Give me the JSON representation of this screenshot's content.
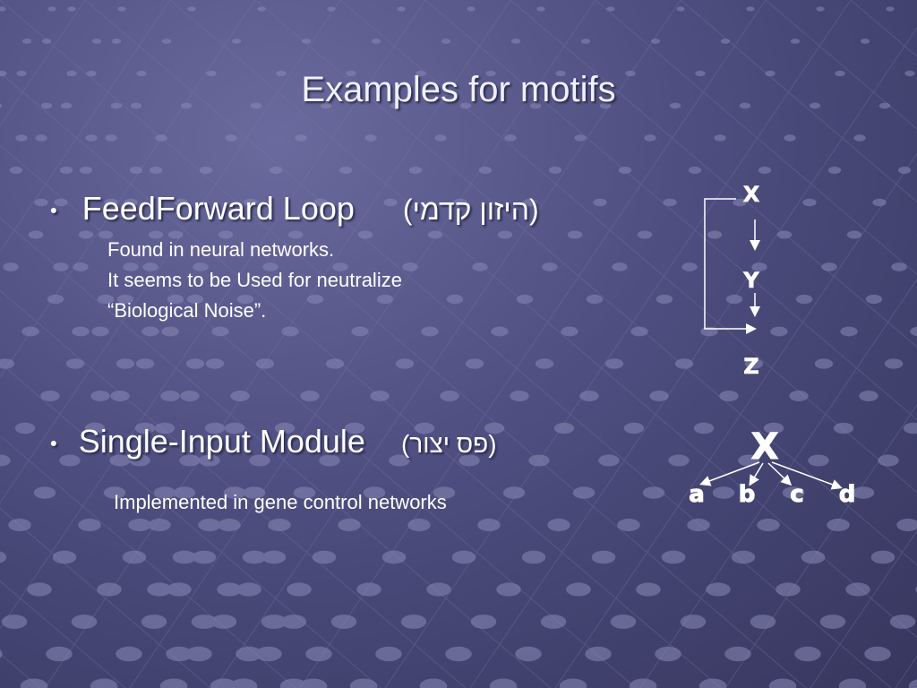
{
  "slide": {
    "title": "Examples for motifs",
    "bullets": [
      {
        "label": "FeedForward Loop",
        "hebrew": "(היזון קדמי)",
        "lines": [
          "Found in neural networks.",
          "It seems to be Used  for neutralize",
          "“Biological Noise”."
        ]
      },
      {
        "label": "Single-Input Module",
        "hebrew": "(פס יצור)",
        "lines": [
          "Implemented  in gene control  networks"
        ]
      }
    ],
    "bullet_symbol": "•",
    "ffl_diagram": {
      "nodes": [
        "X",
        "Y",
        "Z"
      ]
    },
    "sim_diagram": {
      "root": "X",
      "targets": [
        "a",
        "b",
        "c",
        "d"
      ]
    }
  },
  "colors": {
    "background": "#4e4e80",
    "text": "#ffffff",
    "dot": "#8a8ab8"
  }
}
